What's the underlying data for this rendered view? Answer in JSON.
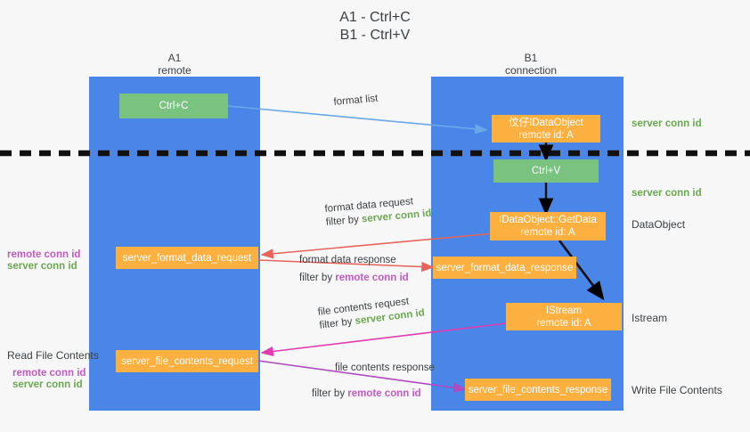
{
  "title": "A1 - Ctrl+C\nB1 - Ctrl+V",
  "columns": [
    {
      "name": "A1",
      "sub": "remote"
    },
    {
      "name": "B1",
      "sub": "connection"
    }
  ],
  "colors": {
    "lane": "#4a86e8",
    "green_box": "#7ac27f",
    "orange_box": "#fbb040",
    "server_conn_id": "#6aa84f",
    "remote_conn_id": "#c35ac3",
    "arrow_blue": "#6aa8e8",
    "arrow_red": "#e8645a",
    "arrow_magenta": "#e33bb0",
    "arrow_purple": "#b04ac0",
    "arrow_black": "#000000",
    "text": "#3c4043"
  },
  "boxes": {
    "ctrl_c": "Ctrl+C",
    "idataobject": "伩仔IDataObject\nremote id: A",
    "ctrl_v": "Ctrl+V",
    "getdata": "IDataObject::GetData\nremote id: A",
    "istream": "IStream\nremote id: A",
    "server_format_data_request": "server_format_data_request",
    "server_format_data_response": "server_format_data_response",
    "server_file_contents_request": "server_file_contents_request",
    "server_file_contents_response": "server_file_contents_response"
  },
  "right_labels": {
    "server_conn_id_1": "server conn id",
    "server_conn_id_2": "server conn id",
    "dataobject": "DataObject",
    "istream": "Istream",
    "write_file_contents": "Write File Contents"
  },
  "left_labels": {
    "remote_conn_id_1": "remote conn id",
    "server_conn_id_1": "server conn id",
    "read_file_contents": "Read File Contents",
    "remote_conn_id_2": "remote conn id",
    "server_conn_id_2": "server conn id"
  },
  "flow_labels": {
    "format_list": "format list",
    "format_data_request": "format data request",
    "format_data_request_filter_prefix": "filter by ",
    "format_data_request_filter_value": "server conn id",
    "format_data_response": "format data response",
    "format_data_response_filter_prefix": "filter by ",
    "format_data_response_filter_value": "remote conn id",
    "file_contents_request": "file contents request",
    "file_contents_request_filter_prefix": "filter by ",
    "file_contents_request_filter_value": "server conn id",
    "file_contents_response": "file contents response",
    "file_contents_response_filter_prefix": "filter by ",
    "file_contents_response_filter_value": "remote conn id"
  }
}
